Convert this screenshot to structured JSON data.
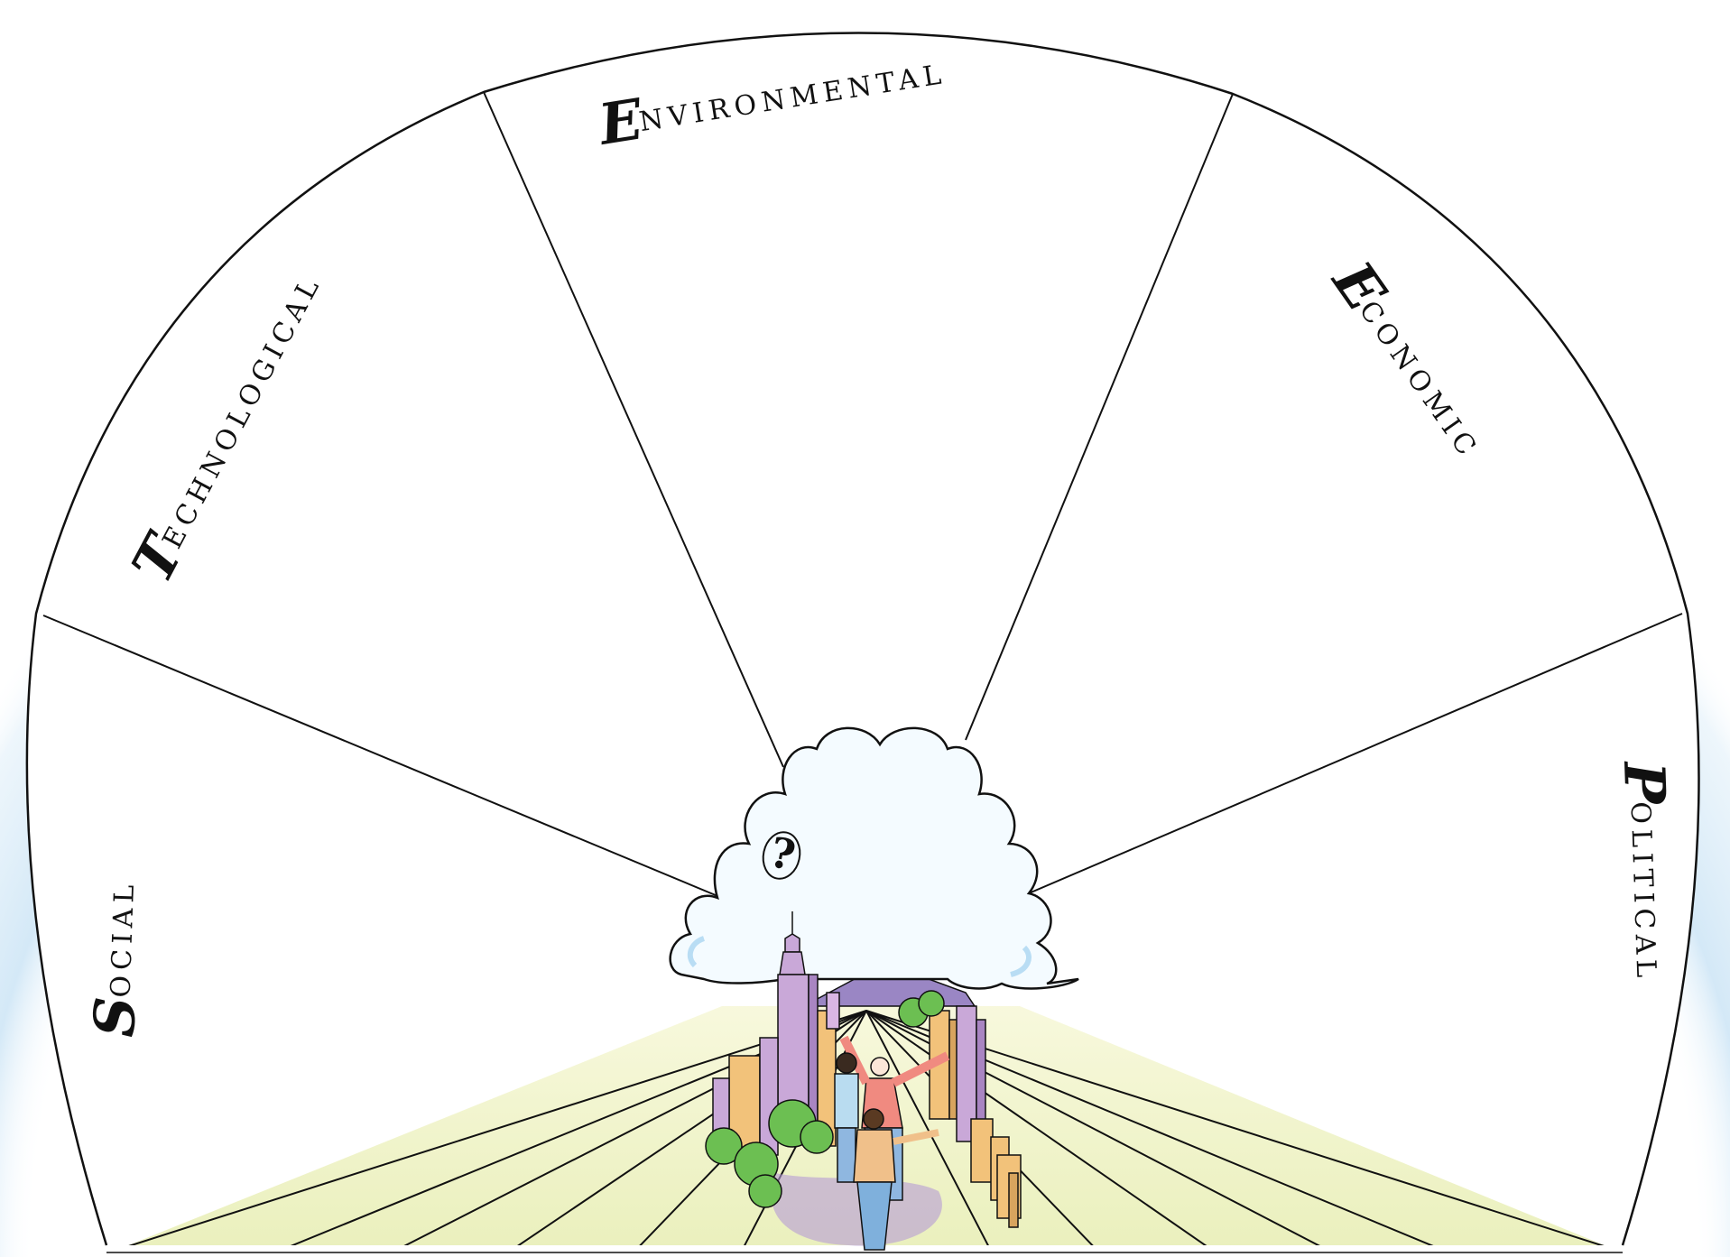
{
  "segments": [
    {
      "initial": "S",
      "rest": "OCIAL"
    },
    {
      "initial": "T",
      "rest": "ECHNOLOGICAL"
    },
    {
      "initial": "E",
      "rest": "NVIRONMENTAL"
    },
    {
      "initial": "E",
      "rest": "CONOMIC"
    },
    {
      "initial": "P",
      "rest": "OLITICAL"
    }
  ],
  "center_symbol": "?",
  "colors": {
    "sky": "#cfe6f6",
    "cloud_fill": "#f4fbff",
    "ground": "#eef2b8",
    "building_a": "#c9a8d8",
    "building_b": "#f2c27a",
    "tree": "#6cbf52",
    "line": "#111111"
  },
  "icons": [
    "cloud-icon",
    "city-skyline-icon",
    "people-icon",
    "trees-icon",
    "mountain-icon"
  ]
}
